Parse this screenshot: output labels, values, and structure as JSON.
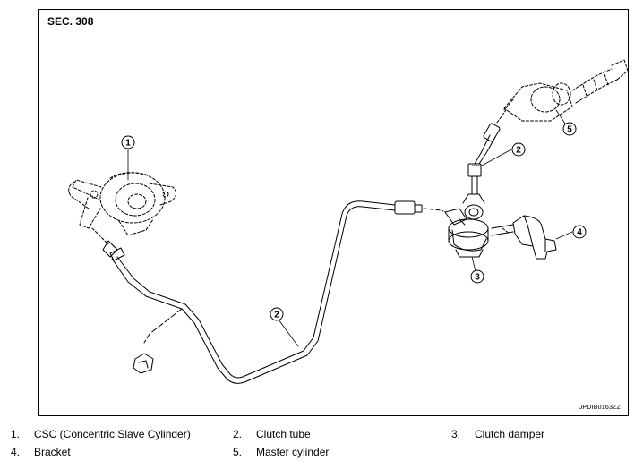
{
  "figure": {
    "section_label": "SEC. 308",
    "figure_code": "JPDIB0163ZZ",
    "callouts": [
      {
        "id": "callout-1",
        "num": "1"
      },
      {
        "id": "callout-2a",
        "num": "2"
      },
      {
        "id": "callout-2b",
        "num": "2"
      },
      {
        "id": "callout-3",
        "num": "3"
      },
      {
        "id": "callout-4",
        "num": "4"
      },
      {
        "id": "callout-5",
        "num": "5"
      }
    ]
  },
  "legend": [
    {
      "num": "1.",
      "label": "CSC (Concentric Slave Cylinder)"
    },
    {
      "num": "2.",
      "label": "Clutch tube"
    },
    {
      "num": "3.",
      "label": "Clutch damper"
    },
    {
      "num": "4.",
      "label": "Bracket"
    },
    {
      "num": "5.",
      "label": "Master cylinder"
    }
  ]
}
